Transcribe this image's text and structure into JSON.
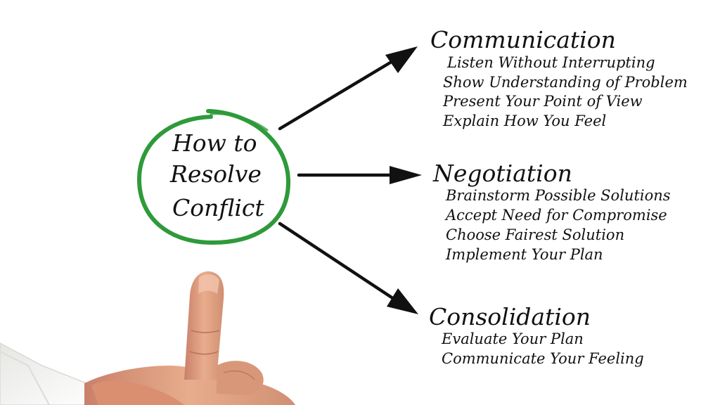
{
  "center": {
    "lines": [
      "How to",
      "Resolve",
      "Conflict"
    ]
  },
  "branches": [
    {
      "heading": "Communication",
      "items": [
        "Listen Without Interrupting",
        "Show Understanding of Problem",
        "Present Your Point of View",
        "Explain How You Feel"
      ]
    },
    {
      "heading": "Negotiation",
      "items": [
        "Brainstorm Possible Solutions",
        "Accept Need for Compromise",
        "Choose Fairest Solution",
        "Implement Your Plan"
      ]
    },
    {
      "heading": "Consolidation",
      "items": [
        "Evaluate Your Plan",
        "Communicate Your Feeling"
      ]
    }
  ],
  "colors": {
    "circle": "#2e9a3a",
    "arrow": "#111111",
    "text": "#111111",
    "skin": "#e0a07e",
    "sleeve": "#f3f3f1"
  },
  "icons": {
    "hand": "pointing-hand-icon"
  }
}
